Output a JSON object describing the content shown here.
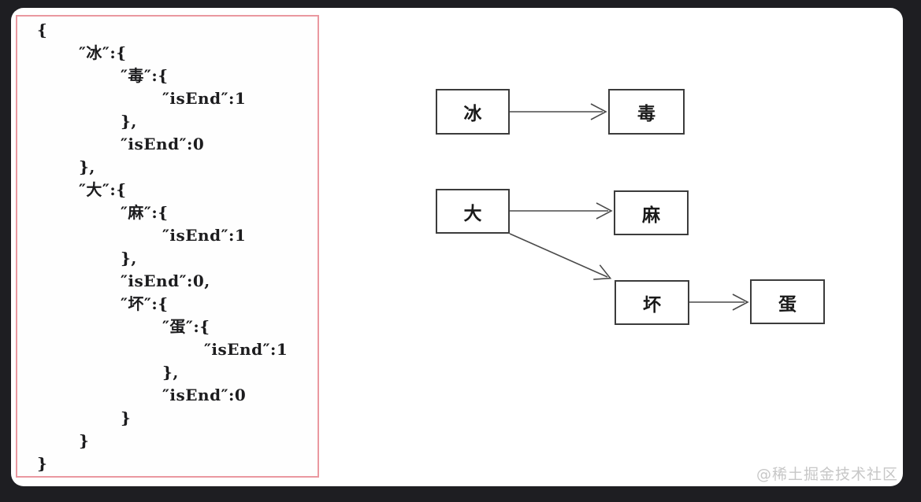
{
  "code_panel": {
    "lines": [
      {
        "indent": 0,
        "text": "{"
      },
      {
        "indent": 1,
        "text": "″冰″:{"
      },
      {
        "indent": 2,
        "text": "″毒″:{"
      },
      {
        "indent": 3,
        "text": "″isEnd″:1"
      },
      {
        "indent": 2,
        "text": "},"
      },
      {
        "indent": 2,
        "text": "″isEnd″:0"
      },
      {
        "indent": 1,
        "text": "},"
      },
      {
        "indent": 1,
        "text": "″大″:{"
      },
      {
        "indent": 2,
        "text": "″麻″:{"
      },
      {
        "indent": 3,
        "text": "″isEnd″:1"
      },
      {
        "indent": 2,
        "text": "},"
      },
      {
        "indent": 2,
        "text": "″isEnd″:0,"
      },
      {
        "indent": 2,
        "text": "″坏″:{"
      },
      {
        "indent": 3,
        "text": "″蛋″:{"
      },
      {
        "indent": 4,
        "text": "″isEnd″:1"
      },
      {
        "indent": 3,
        "text": "},"
      },
      {
        "indent": 3,
        "text": "″isEnd″:0"
      },
      {
        "indent": 2,
        "text": "}"
      },
      {
        "indent": 1,
        "text": "}"
      },
      {
        "indent": 0,
        "text": "}"
      }
    ]
  },
  "diagram": {
    "nodes": [
      {
        "id": "bing",
        "label": "冰"
      },
      {
        "id": "du",
        "label": "毒"
      },
      {
        "id": "da",
        "label": "大"
      },
      {
        "id": "ma",
        "label": "麻"
      },
      {
        "id": "huai",
        "label": "坏"
      },
      {
        "id": "dan",
        "label": "蛋"
      }
    ],
    "edges": [
      {
        "from": "冰",
        "to": "毒"
      },
      {
        "from": "大",
        "to": "麻"
      },
      {
        "from": "大",
        "to": "坏"
      },
      {
        "from": "坏",
        "to": "蛋"
      }
    ]
  },
  "watermark": {
    "text": "@稀土掘金技术社区"
  },
  "colors": {
    "page_background": "#1e1e22",
    "card_background": "#ffffff",
    "code_border": "#ea98a0",
    "code_text": "#1c1c1e",
    "node_border": "#3c3c3c",
    "arrow": "#4a4a4a",
    "watermark": "#c7c7c7"
  }
}
